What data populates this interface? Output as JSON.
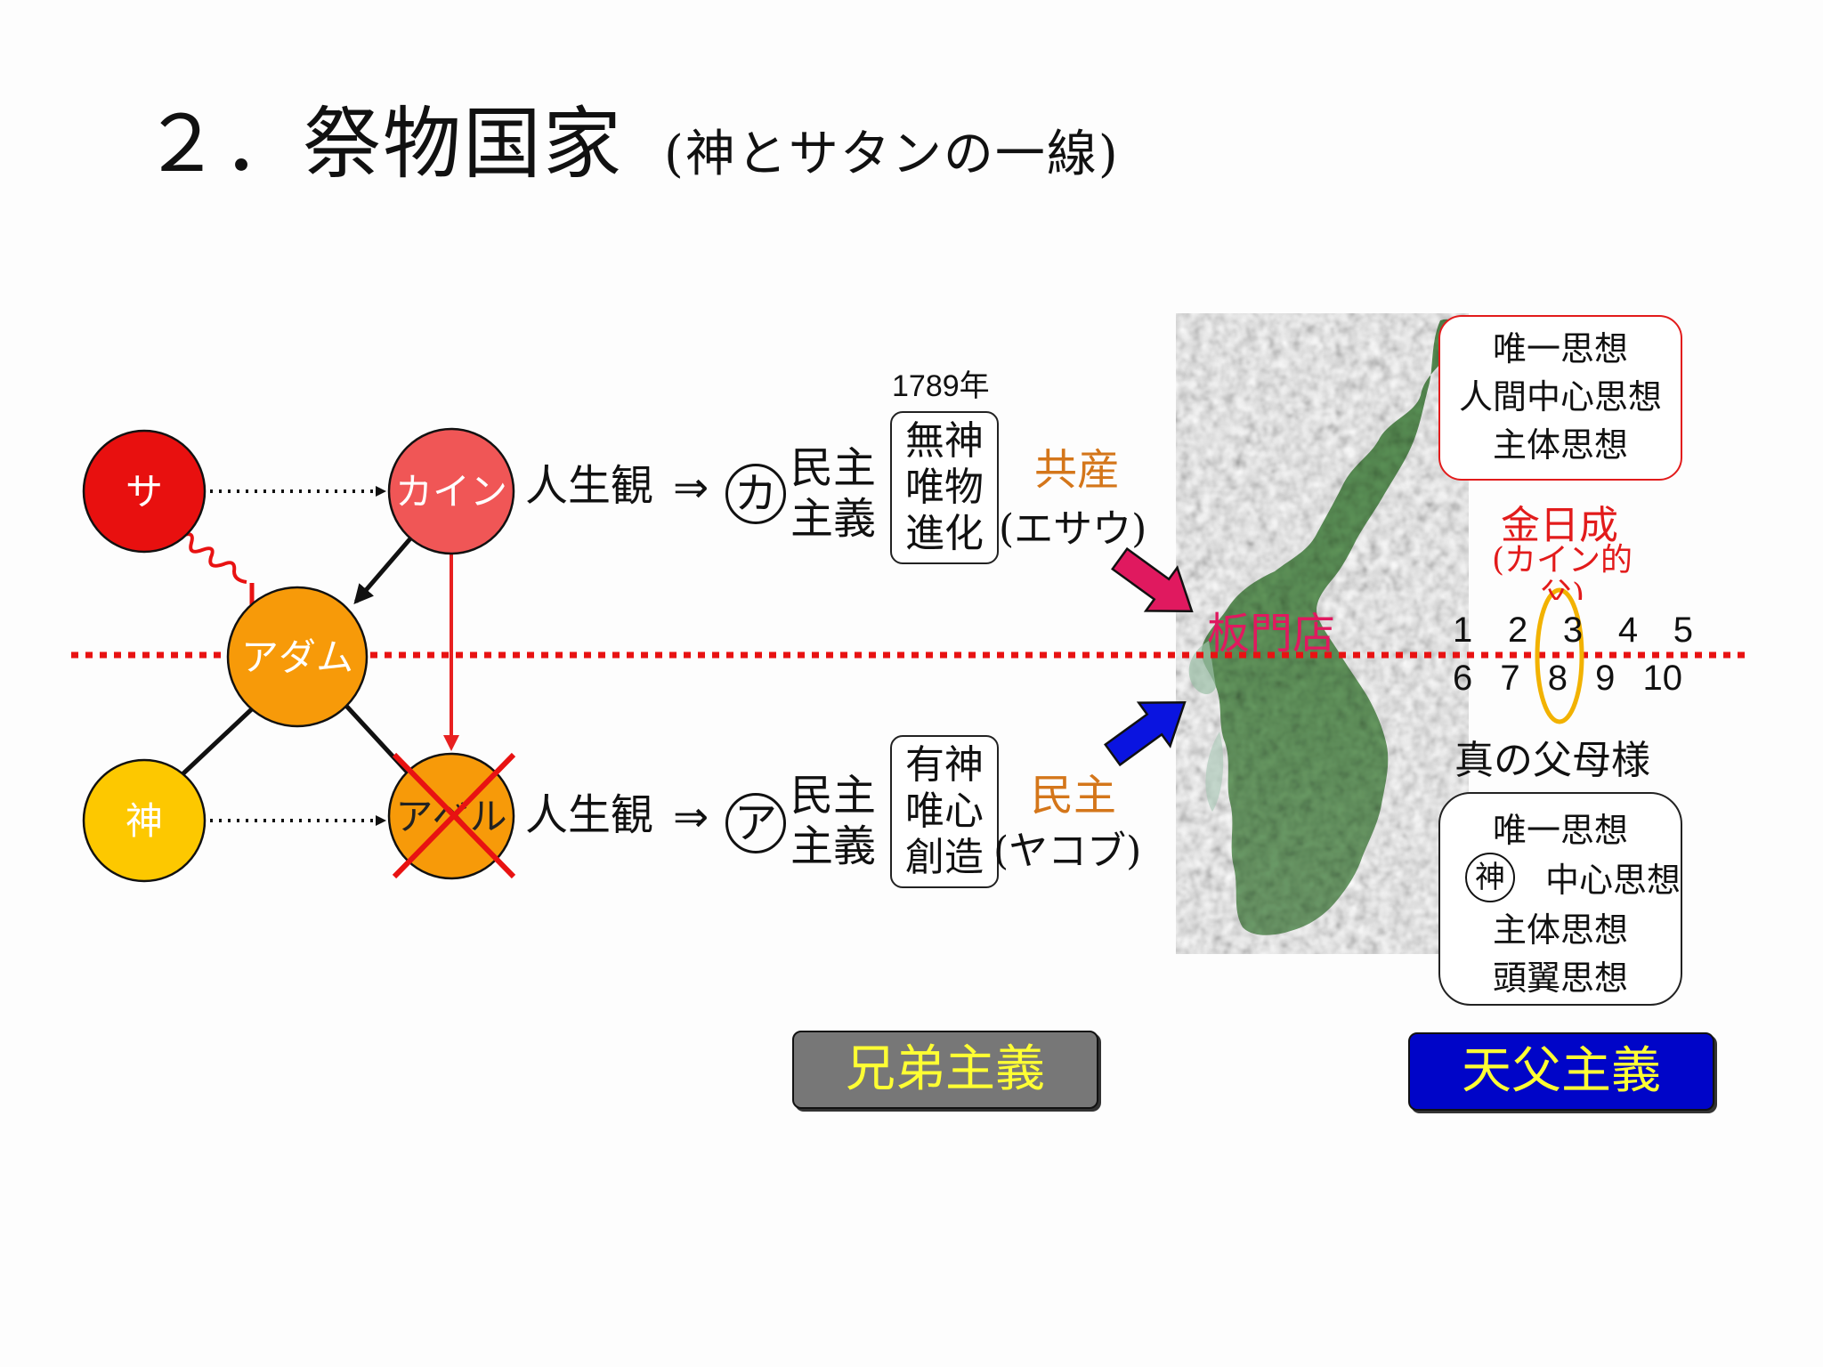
{
  "title": {
    "main": "２．祭物国家",
    "sub": "(神とサタンの一線)"
  },
  "nodes": {
    "satan": "サ",
    "cain": "カイン",
    "adam": "アダム",
    "god": "神",
    "abel": "アベル"
  },
  "top_row": {
    "life_view": "人生観",
    "arrow": "⇒",
    "circle": "カ",
    "democracy": [
      "民主",
      "主義"
    ],
    "year": "1789年",
    "box": [
      "無神",
      "唯物",
      "進化"
    ],
    "label": "共産",
    "sub_label": "(エサウ)"
  },
  "bottom_row": {
    "life_view": "人生観",
    "arrow": "⇒",
    "circle": "ア",
    "democracy": [
      "民主",
      "主義"
    ],
    "box": [
      "有神",
      "唯心",
      "創造"
    ],
    "label": "民主",
    "sub_label": "(ヤコブ)"
  },
  "map_label": "板門店",
  "right": {
    "top_box": [
      "唯一思想",
      "人間中心思想",
      "主体思想"
    ],
    "kim_name": "金日成",
    "kim_sub": [
      "(カイン的",
      "父)"
    ],
    "numbers_row1": [
      "1",
      "2",
      "3",
      "4",
      "5"
    ],
    "numbers_row2": [
      "6",
      "7",
      "8",
      "9",
      "10"
    ],
    "true_parents": "真の父母様",
    "bottom_box": [
      "唯一思想",
      "中心思想",
      "主体思想",
      "頭翼思想"
    ],
    "bottom_box_circle": "神"
  },
  "buttons": {
    "brotherhood": "兄弟主義",
    "heavenly_father": "天父主義"
  },
  "colors": {
    "satan": "#e8100f",
    "cain": "#f05656",
    "adam": "#f79a09",
    "god": "#fdc800",
    "abel": "#f79a09",
    "dotted_line": "#e81212",
    "red_arrow": "#e82020",
    "magenta": "#e0195f",
    "orange_text": "#d4761a",
    "red_text": "#e21b1b",
    "blue_arrow": "#0a14e0",
    "gray_button": "#777777",
    "blue_button": "#0005c8",
    "button_text": "#ffff33",
    "highlight_ellipse": "#f2b200"
  }
}
